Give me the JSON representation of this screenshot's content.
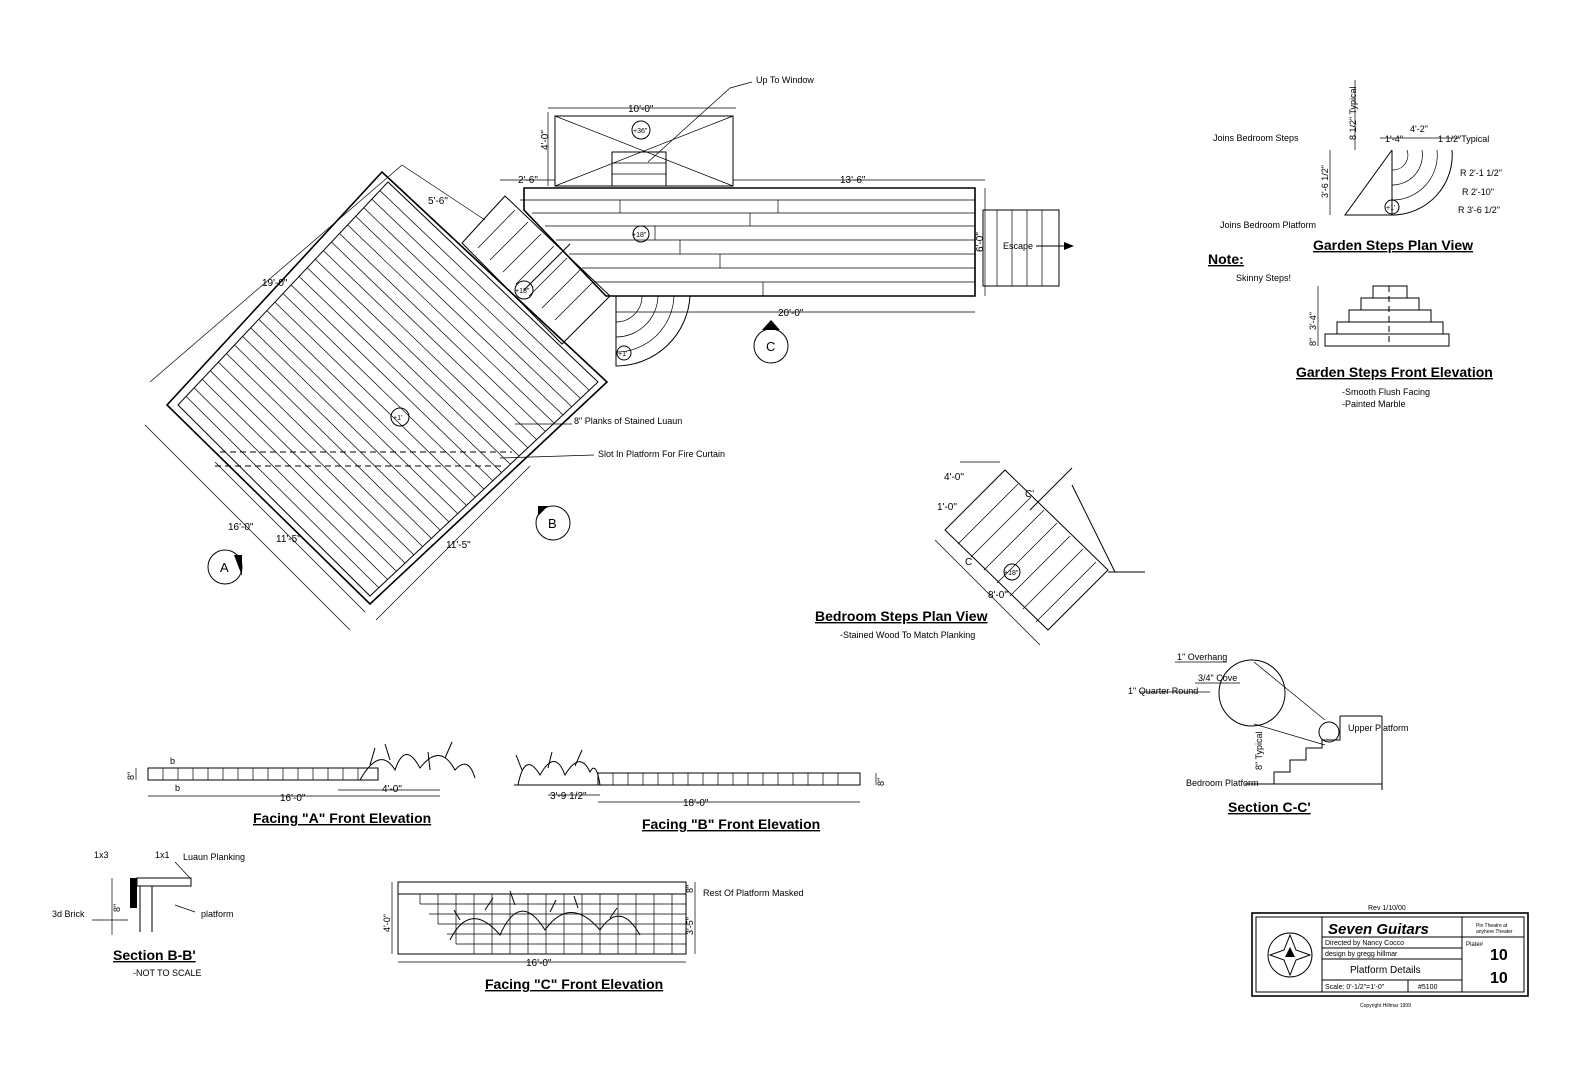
{
  "main_deck": {
    "dims": [
      "19'-0\"",
      "5'-6\"",
      "16'-0\"",
      "11'-5\"",
      "11'-5\""
    ],
    "callouts": [
      "8\" Planks of Stained Luaun",
      "Slot In Platform For Fire Curtain"
    ],
    "height_tag": "+1'",
    "stair_tag": "+18\""
  },
  "upper_platform": {
    "dims": [
      "10'-0\"",
      "4'-0\"",
      "2'-6\"",
      "13'-6\"",
      "6'-0\"",
      "20'-0\""
    ],
    "window_label": "Up To Window",
    "window_tag": "+36\"",
    "height_tag": "+18\"",
    "escape_label": "Escape",
    "garden_tag": "+1'"
  },
  "section_markers": [
    "A",
    "B",
    "C"
  ],
  "bedroom_steps": {
    "title": "Bedroom Steps Plan View",
    "note": "-Stained Wood To Match Planking",
    "dims": [
      "4'-0\"",
      "1'-0\"",
      "8'-0\""
    ],
    "cut_labels": [
      "C'",
      "C"
    ],
    "tag": "+18\""
  },
  "garden_plan": {
    "title": "Garden Steps Plan View",
    "labels": [
      "Joins Bedroom Steps",
      "Joins Bedroom Platform"
    ],
    "dims": [
      "8 1/2\" Typical",
      "3'-6 1/2\"",
      "4'-2\"",
      "1'-4\"",
      "1 1/2\"Typical"
    ],
    "radii": [
      "R 2'-1 1/2\"",
      "R 2'-10\"",
      "R 3'-6 1/2\""
    ],
    "tag": "+1'"
  },
  "note": {
    "heading": "Note:",
    "text": "Skinny Steps!"
  },
  "garden_elevation": {
    "title": "Garden Steps Front Elevation",
    "dims": [
      "3'-4\"",
      "8\""
    ],
    "notes": [
      "-Smooth Flush Facing",
      "-Painted Marble"
    ]
  },
  "section_c": {
    "title": "Section C-C'",
    "labels": [
      "1\" Overhang",
      "3/4\" Cove",
      "1\" Quarter Round",
      "Upper Platform",
      "Bedroom Platform",
      "8\" Typical"
    ]
  },
  "facing_a": {
    "title": "Facing \"A\" Front Elevation",
    "dims": [
      "16'-0\"",
      "4'-0\"",
      "8\""
    ],
    "marks": [
      "b",
      "b"
    ]
  },
  "facing_b": {
    "title": "Facing \"B\" Front Elevation",
    "dims": [
      "3'-9 1/2\"",
      "18'-0\"",
      "8\""
    ]
  },
  "section_b": {
    "title": "Section B-B'",
    "note": "-NOT TO SCALE",
    "labels": [
      "1x3",
      "1x1",
      "Luaun Planking",
      "3d Brick",
      "platform",
      "8\""
    ]
  },
  "facing_c": {
    "title": "Facing \"C\" Front Elevation",
    "dims": [
      "4'-0\"",
      "3'-5\"",
      "8\"",
      "16'-0\""
    ],
    "label": "Rest Of Platform Masked"
  },
  "title_block": {
    "revision": "Rev 1/10/00",
    "show": "Seven Guitars",
    "theatre": [
      "Pin Theatre at",
      "anyhere Theater"
    ],
    "director": "Directed by Nancy Cocco",
    "designer": "design by gregg hillmar",
    "drawing": "Platform Details",
    "scale": "Scale: 0'-1/2\"=1'-0\"",
    "job": "#5100",
    "plate_label": "Plate#",
    "plate": "10",
    "plate_of": "10",
    "copyright": "Copyright Hillmar 1999"
  }
}
